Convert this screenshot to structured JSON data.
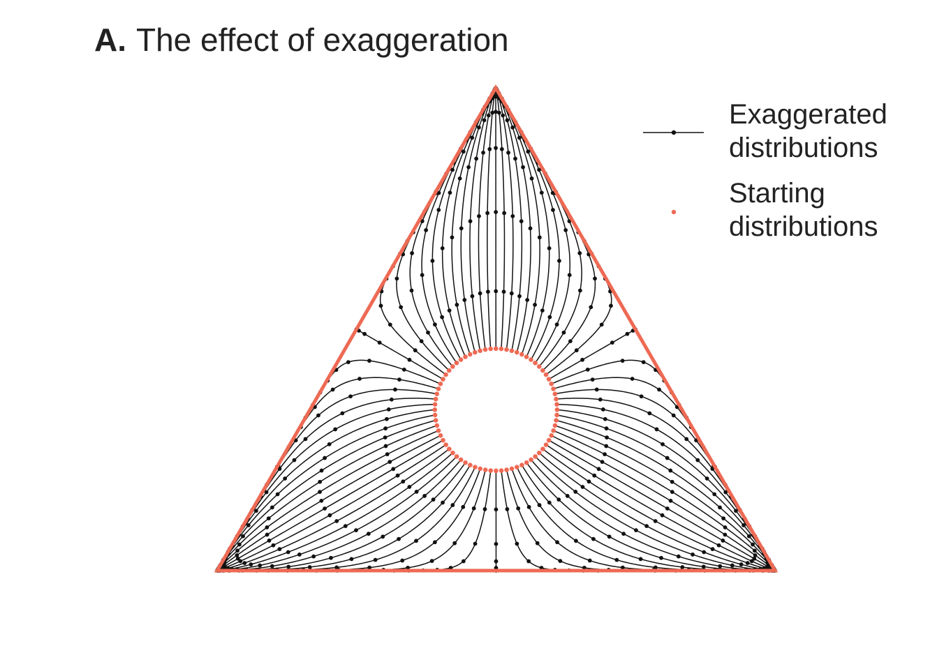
{
  "figure": {
    "panel_label": "A.",
    "title": "The effect of exaggeration"
  },
  "legend": {
    "exaggerated_line1": "Exaggerated",
    "exaggerated_line2": "distributions",
    "starting_line1": "Starting",
    "starting_line2": "distributions"
  },
  "colors": {
    "triangle": "#ee6a54",
    "starting_points": "#ee6a54",
    "trajectories": "#111111",
    "text": "#222222"
  },
  "chart_data": {
    "type": "ternary-trajectories",
    "title": "The effect of exaggeration",
    "n_starting_distributions": 72,
    "starting_circle_radius": 0.1,
    "exaggeration_steps": 8,
    "series": [
      {
        "name": "Exaggerated distributions",
        "marker": "line-with-points"
      },
      {
        "name": "Starting distributions",
        "marker": "point"
      }
    ],
    "legend_position": "top-right",
    "grid": false
  }
}
